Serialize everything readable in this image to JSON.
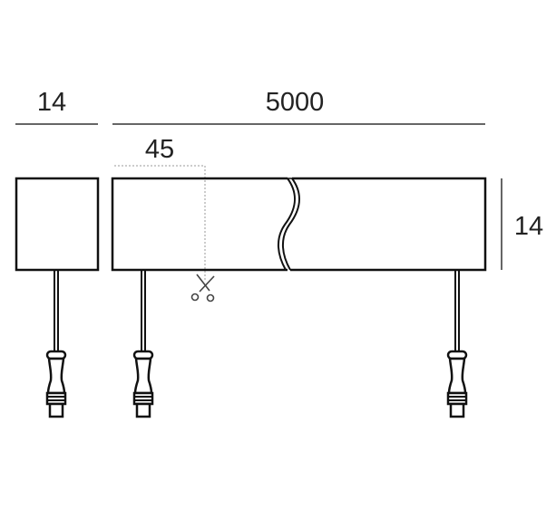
{
  "dimensions": {
    "end_cap_width": "14",
    "strip_length": "5000",
    "cut_interval": "45",
    "height": "14"
  },
  "colors": {
    "line": "#111111",
    "dim_line": "#333333",
    "dotted": "#999999"
  },
  "icons": {
    "cut_marker": "scissors-icon"
  }
}
